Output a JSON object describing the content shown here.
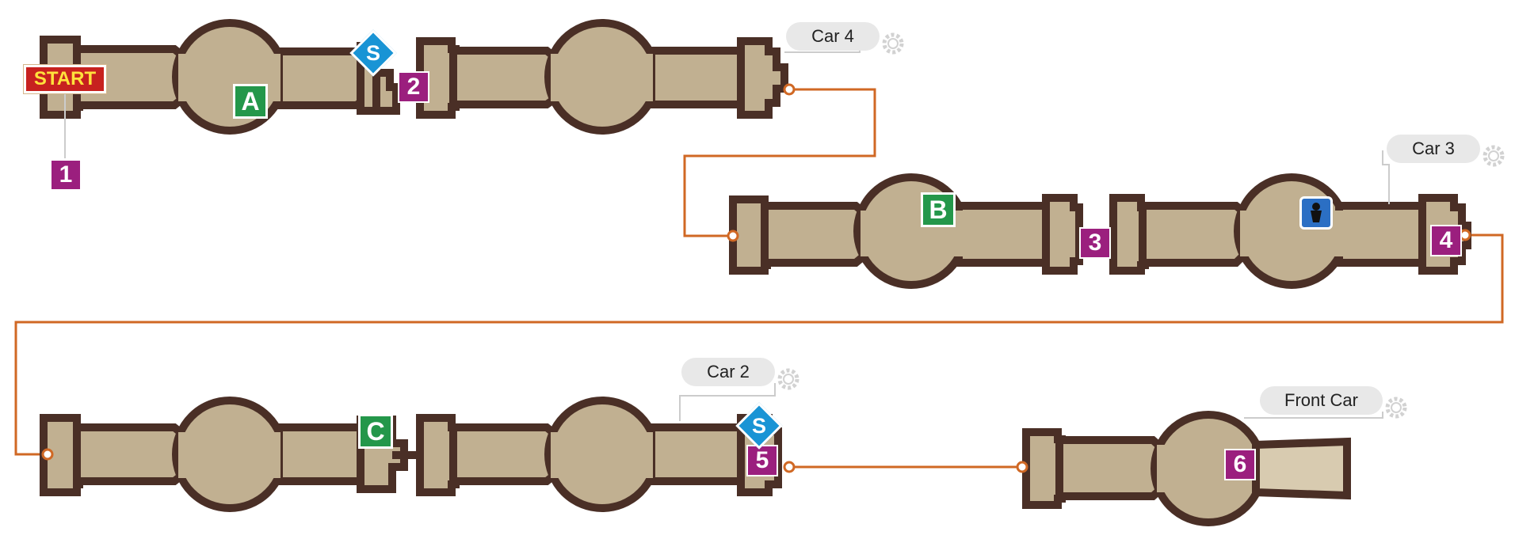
{
  "colors": {
    "wall": "#4a2f26",
    "floor": "#c1b091",
    "floor_light": "#d8cbb0",
    "route": "#d06824",
    "step_marker": "#9b1f7e",
    "objective_marker": "#24974a",
    "save_marker": "#1994d5",
    "start_marker": "#c7211f",
    "npc_marker": "#2b6fc4",
    "label_bg": "#e8e8e8"
  },
  "start_label": "START",
  "car_labels": [
    "Car 4",
    "Car 3",
    "Car 2",
    "Front Car"
  ],
  "step_markers": [
    "1",
    "2",
    "3",
    "4",
    "5",
    "6"
  ],
  "objective_markers": [
    "A",
    "B",
    "C"
  ],
  "save_label": "S",
  "icons": [
    "gear-icon",
    "npc-icon"
  ]
}
